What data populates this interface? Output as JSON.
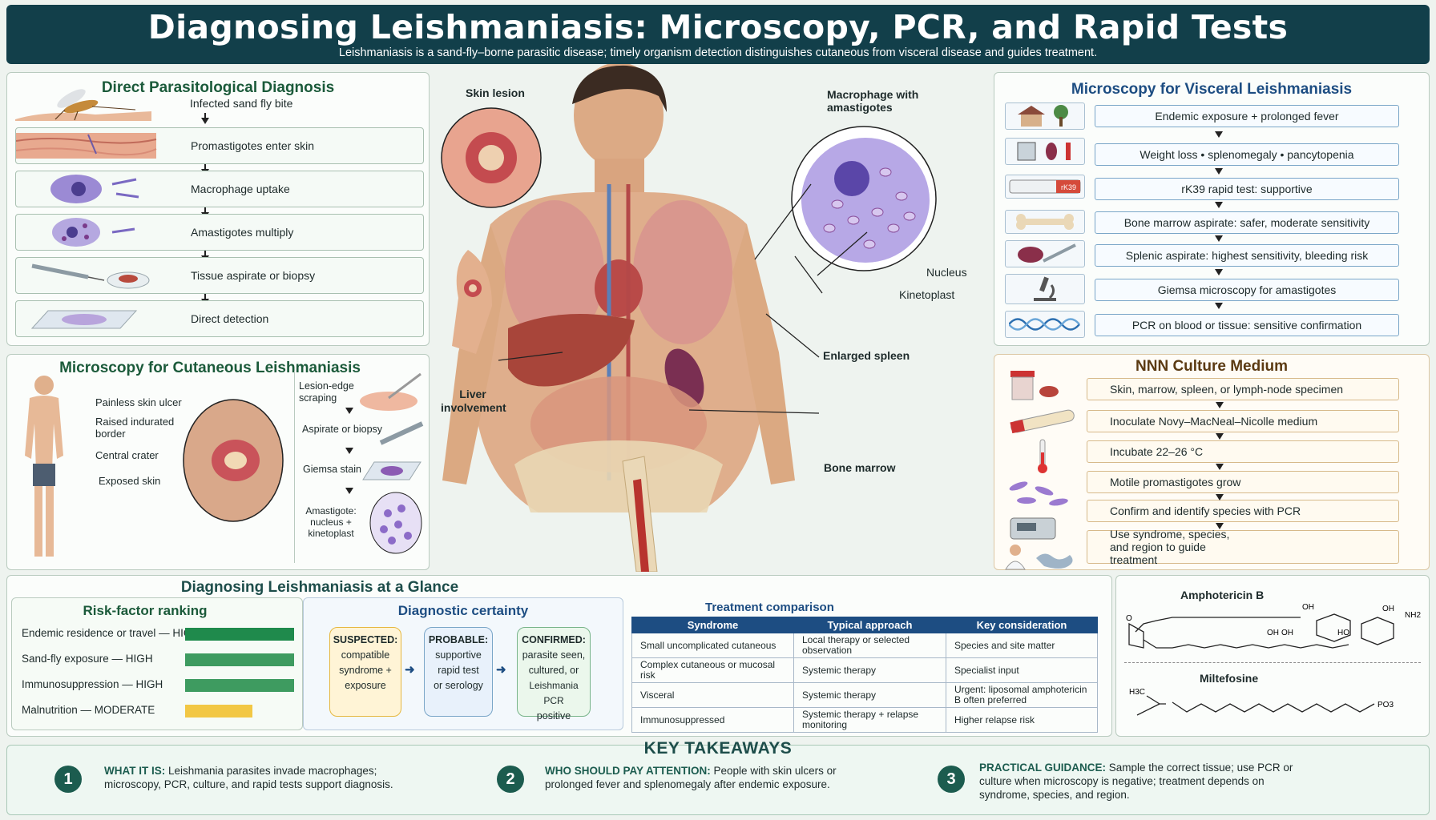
{
  "header": {
    "title": "Diagnosing Leishmaniasis: Microscopy, PCR, and Rapid Tests",
    "subtitle": "Leishmaniasis is a sand-fly–borne parasitic disease; timely organism detection distinguishes cutaneous from visceral disease and guides treatment."
  },
  "direct": {
    "title": "Direct Parasitological Diagnosis",
    "steps": [
      "Infected sand fly bite",
      "Promastigotes enter skin",
      "Macrophage uptake",
      "Amastigotes multiply",
      "Tissue aspirate or biopsy",
      "Direct detection"
    ]
  },
  "cutaneous": {
    "title": "Microscopy for Cutaneous Leishmaniasis",
    "body_labels": [
      "Painless skin ulcer",
      "Raised indurated border",
      "Central crater",
      "Exposed skin"
    ],
    "steps": [
      "Lesion-edge scraping",
      "Aspirate or biopsy",
      "Giemsa stain",
      "Amastigote: nucleus + kinetoplast"
    ]
  },
  "center": {
    "skin_lesion": "Skin lesion",
    "macrophage": "Macrophage with amastigotes",
    "nucleus": "Nucleus",
    "kinetoplast": "Kinetoplast",
    "spleen": "Enlarged spleen",
    "liver": "Liver involvement",
    "marrow": "Bone marrow"
  },
  "visceral": {
    "title": "Microscopy for Visceral Leishmaniasis",
    "steps": [
      "Endemic exposure + prolonged fever",
      "Weight loss • splenomegaly • pancytopenia",
      "rK39 rapid test: supportive",
      "Bone marrow aspirate: safer, moderate sensitivity",
      "Splenic aspirate: highest sensitivity, bleeding risk",
      "Giemsa microscopy for amastigotes",
      "PCR on blood or tissue: sensitive confirmation"
    ],
    "icons": [
      "house-tree-icon",
      "scale-spleen-icon",
      "rapid-test-icon",
      "bone-icon",
      "spleen-needle-icon",
      "microscope-icon",
      "dna-icon"
    ],
    "rk39": "rK39"
  },
  "nnn": {
    "title": "NNN Culture Medium",
    "steps": [
      "Skin, marrow, spleen, or lymph-node specimen",
      "Inoculate Novy–MacNeal–Nicolle medium",
      "Incubate 22–26 °C",
      "Motile promastigotes grow",
      "Confirm and identify species with PCR",
      "Use syndrome, species, and region to guide treatment"
    ]
  },
  "glance": {
    "title": "Diagnosing Leishmaniasis at a Glance",
    "risk_title": "Risk-factor ranking",
    "risks": [
      {
        "label": "Endemic residence or travel — HIGH",
        "level": 1.0,
        "color": "#1f8a4c"
      },
      {
        "label": "Sand-fly exposure — HIGH",
        "level": 1.0,
        "color": "#3e9b60"
      },
      {
        "label": "Immunosuppression — HIGH",
        "level": 1.0,
        "color": "#3e9b60"
      },
      {
        "label": "Malnutrition — MODERATE",
        "level": 0.62,
        "color": "#f2c744"
      }
    ],
    "certainty_title": "Diagnostic certainty",
    "certainty": [
      {
        "head": "SUSPECTED:",
        "l1": "compatible",
        "l2": "syndrome +",
        "l3": "exposure"
      },
      {
        "head": "PROBABLE:",
        "l1": "supportive",
        "l2": "rapid test",
        "l3": "or serology"
      },
      {
        "head": "CONFIRMED:",
        "l1": "parasite seen,",
        "l2": "cultured, or",
        "l3": "Leishmania PCR",
        "l4": "positive"
      }
    ],
    "treatment_title": "Treatment comparison",
    "treatment_headers": [
      "Syndrome",
      "Typical approach",
      "Key consideration"
    ],
    "treatment_rows": [
      [
        "Small uncomplicated cutaneous",
        "Local therapy or selected observation",
        "Species and site matter"
      ],
      [
        "Complex cutaneous or mucosal risk",
        "Systemic therapy",
        "Specialist input"
      ],
      [
        "Visceral",
        "Systemic therapy",
        "Urgent: liposomal amphotericin B often preferred"
      ],
      [
        "Immunosuppressed",
        "Systemic therapy + relapse monitoring",
        "Higher relapse risk"
      ]
    ],
    "drug1": "Amphotericin B",
    "drug2": "Miltefosine",
    "chem": {
      "oh": "OH",
      "nh2": "NH2",
      "ho": "HO",
      "o": "O",
      "h3c": "H3C",
      "po3": "PO3"
    }
  },
  "takeaways": {
    "title": "KEY TAKEAWAYS",
    "items": [
      {
        "num": "1",
        "head": "WHAT IT IS:",
        "text": "Leishmania parasites invade macrophages; microscopy, PCR, culture, and rapid tests support diagnosis."
      },
      {
        "num": "2",
        "head": "WHO SHOULD PAY ATTENTION:",
        "text": "People with skin ulcers or prolonged fever and splenomegaly after endemic exposure."
      },
      {
        "num": "3",
        "head": "PRACTICAL GUIDANCE:",
        "text": "Sample the correct tissue; use PCR or culture when microscopy is negative; treatment depends on syndrome, species, and region."
      }
    ]
  }
}
